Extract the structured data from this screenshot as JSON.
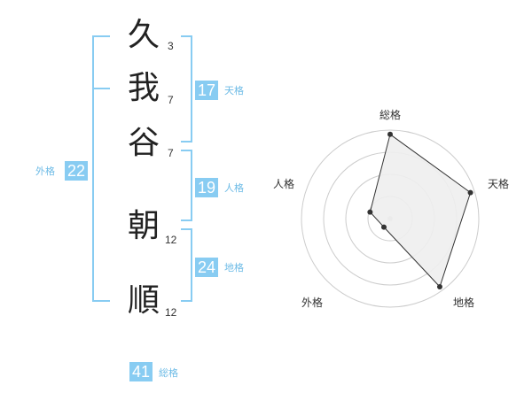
{
  "name": {
    "characters": [
      {
        "char": "久",
        "strokes": "3"
      },
      {
        "char": "我",
        "strokes": "7"
      },
      {
        "char": "谷",
        "strokes": "7"
      },
      {
        "char": "朝",
        "strokes": "12"
      },
      {
        "char": "順",
        "strokes": "12"
      }
    ]
  },
  "grids": {
    "tenkaku": {
      "label": "天格",
      "value": "17"
    },
    "jinkaku": {
      "label": "人格",
      "value": "19"
    },
    "chikaku": {
      "label": "地格",
      "value": "24"
    },
    "gaikaku": {
      "label": "外格",
      "value": "22"
    },
    "soukaku": {
      "label": "総格",
      "value": "41"
    }
  },
  "colors": {
    "accent": "#88ccf2",
    "label": "#6dbbe6",
    "text": "#222222",
    "grid": "#cccccc",
    "fill": "#eeeeee",
    "line": "#333333"
  },
  "chart_data": {
    "type": "radar",
    "axes": [
      "総格",
      "天格",
      "地格",
      "外格",
      "人格"
    ],
    "values": [
      4,
      4,
      4,
      0.5,
      1
    ],
    "rmax": 4.2,
    "rings": 4
  }
}
